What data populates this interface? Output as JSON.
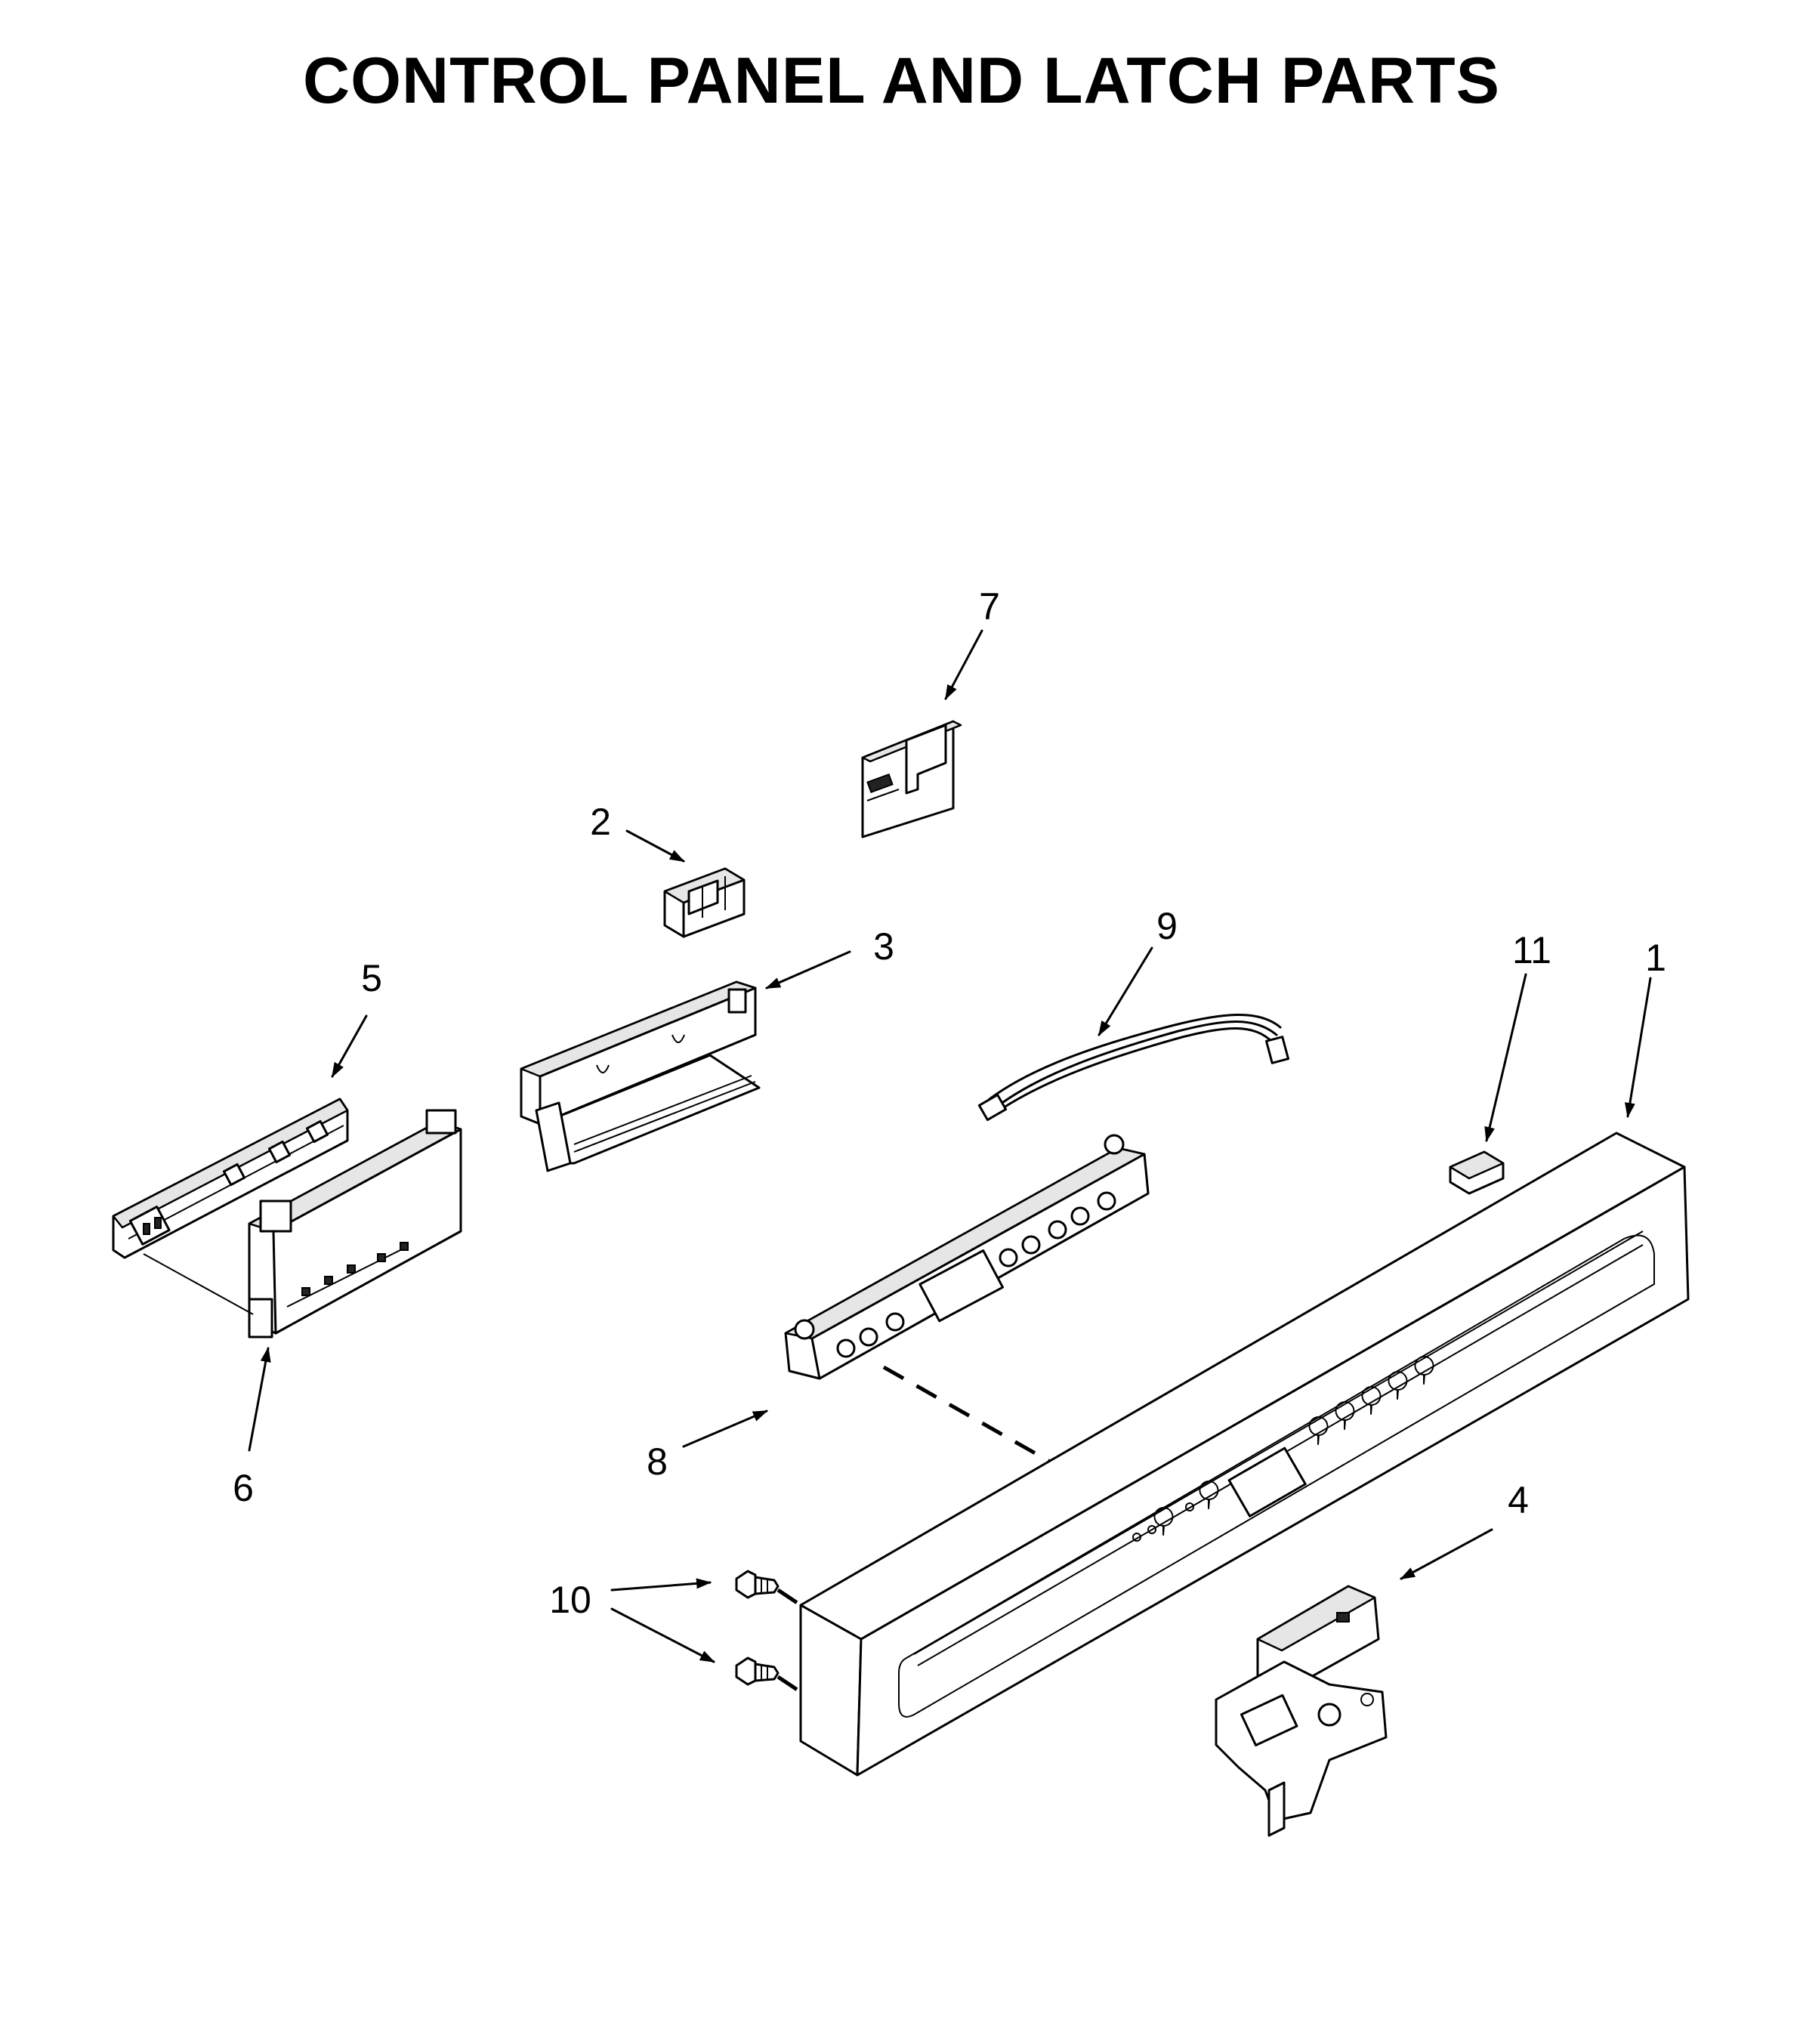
{
  "title": "CONTROL PANEL AND LATCH PARTS",
  "callouts": [
    {
      "id": "1",
      "label": "1"
    },
    {
      "id": "2",
      "label": "2"
    },
    {
      "id": "3",
      "label": "3"
    },
    {
      "id": "4",
      "label": "4"
    },
    {
      "id": "5",
      "label": "5"
    },
    {
      "id": "6",
      "label": "6"
    },
    {
      "id": "7",
      "label": "7"
    },
    {
      "id": "8",
      "label": "8"
    },
    {
      "id": "9",
      "label": "9"
    },
    {
      "id": "10",
      "label": "10"
    },
    {
      "id": "11",
      "label": "11"
    }
  ]
}
